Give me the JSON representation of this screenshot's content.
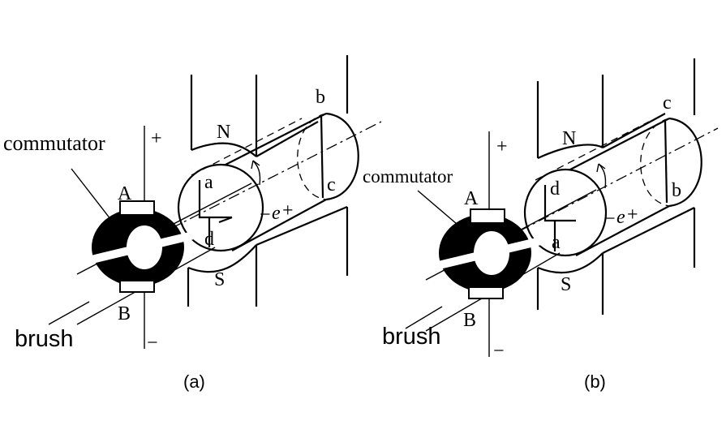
{
  "panels": [
    {
      "caption": "(a)",
      "commutator_label": "commutator",
      "brush_label": "brush",
      "plus": "+",
      "minus": "−",
      "brush_top": "A",
      "brush_bottom": "B",
      "pole_north": "N",
      "pole_south": "S",
      "emf": "e",
      "emf_sign": "+",
      "coil_front_top": "a",
      "coil_front_bottom": "d",
      "coil_back_top": "b",
      "coil_back_bottom": "c"
    },
    {
      "caption": "(b)",
      "commutator_label": "commutator",
      "brush_label": "brush",
      "plus": "+",
      "minus": "−",
      "brush_top": "A",
      "brush_bottom": "B",
      "pole_north": "N",
      "pole_south": "S",
      "emf": "e",
      "emf_sign": "+",
      "coil_front_top": "d",
      "coil_front_bottom": "a",
      "coil_back_top": "c",
      "coil_back_bottom": "b"
    }
  ]
}
